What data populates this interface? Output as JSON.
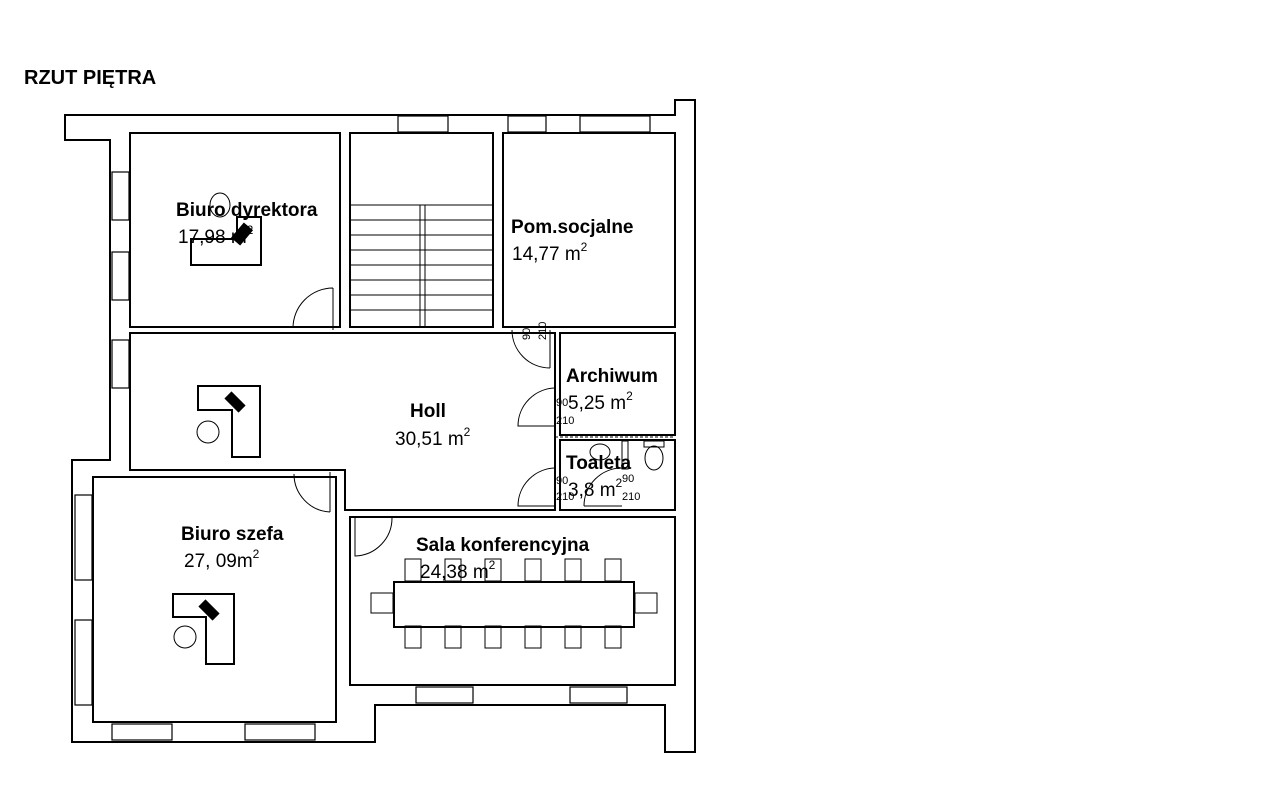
{
  "title": "RZUT PIĘTRA",
  "rooms": [
    {
      "name": "Biuro dyrektora",
      "area": "17,98 m",
      "unit_sup": "2"
    },
    {
      "name": "Pom.socjalne",
      "area": "14,77  m",
      "unit_sup": "2"
    },
    {
      "name": "Holl",
      "area": "30,51 m",
      "unit_sup": "2"
    },
    {
      "name": "Archiwum",
      "area": "5,25  m",
      "unit_sup": "2"
    },
    {
      "name": "Toaleta",
      "area": "3,8  m",
      "unit_sup": "2"
    },
    {
      "name": "Biuro szefa",
      "area": "27, 09m",
      "unit_sup": "2"
    },
    {
      "name": "Sala konferencyjna",
      "area": "24,38 m",
      "unit_sup": "2"
    }
  ],
  "door_dims": {
    "width": "90",
    "height": "210"
  }
}
